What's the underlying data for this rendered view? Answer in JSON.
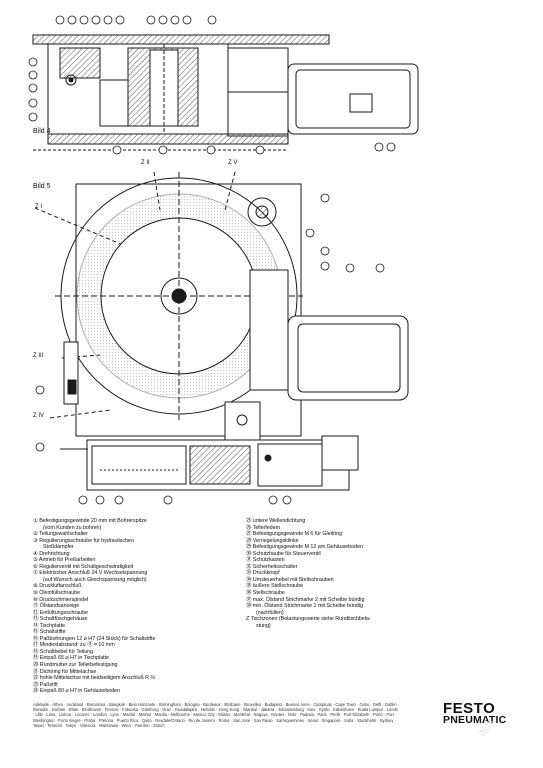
{
  "figures": {
    "bild4": "Bild 4",
    "bild5": "Bild 5",
    "labels": {
      "zii": "Z II",
      "zv": "Z V",
      "zi": "Z I",
      "ziii": "Z III",
      "ziv": "Z IV"
    }
  },
  "legend_left": [
    "① Befestigungsgewinde 20 mm mit Bohrerspitze",
    "(vom Kunden zu bohren)",
    "② Teilungswahlschalter",
    "③ Regulierungsschraube für hydraulischen",
    "Stoßdämpfer",
    "④ Drehrichtung",
    "⑤ Antrieb für Preßarbeiten",
    "⑥ Regulierventil mit Schaltgeschwindigkeit",
    "⑦ Elektrischer Anschluß 24 V Wechselspannung",
    "(auf Wunsch auch Gleichspannung möglich)",
    "⑧ Druckluftanschluß",
    "⑨ Öleinfüllschraube",
    "⑩ Druckschmierspindel",
    "⑪ Ölstandsanzeige",
    "⑫ Entlüftungsschraube",
    "⑬ Schaltfüschgehäuse",
    "⑭ Tischplatte",
    "⑮ Schaltstifte",
    "⑯ Paßbohrungen 12 ⌀ H7 (24 Stück) für Schaltstifte",
    "⑰ Mindestabstand: zu ⑪ = 10 mm",
    "⑱ Schaltbebel für Teilung",
    "⑲ Einpaß 65 ⌀ H7 in Tischplatte",
    "⑳ Rundmutter zur Tellerbefestigung",
    "㉑ Dichtring für Mittelachse",
    "㉒ hohle Mittelachse mit beidseitigem Anschluß R ⅛",
    "㉓ Paßstift",
    "㉔ Einpaß 80 ⌀ H7 in Gehäuseboden"
  ],
  "legend_right": [
    "㉕ untere Wellendichtung",
    "㉖ Tellerfedern",
    "㉗ Befestigungsgewinde M 6 für Gleitring",
    "㉘ Verriegelungsklinke",
    "㉙ Befestigungsgewinde M 12 am Gehäuseboden",
    "㉚ Schutzhaube für Steuerventil",
    "㉛ Schutzkasten",
    "㉜ Sicherheitsschalter",
    "㉝ Druckknopf",
    "㉞ Umsteuerhebel mit Stellschrauben",
    "㉟ äußere Stellschraube",
    "㊱ Stellschraube",
    "㊲ max. Ölstand Strichmarke 2 mit Scheibe bündig",
    "㊳ min. Ölstand Strichmarke 1 mit Scheibe bündig",
    "(nachfüllen)",
    "Z Tischzonen (Belastungswerte siehe Rundtischbela-",
    "stung)"
  ],
  "cities": "Adelaide · Athen · Auckland · Barcelona · Bangkok · Belo Horizonte · Birmingham · Bologna · Bordeaux · Brisbane · Bruxelles · Budapest · Buenos Aires · Campinas · Cape Town · Cebu · Delft · Dublin · Dunedin · Durban · Eltan · Eindhoven · Firenze · Fukuoka · Göteborg · Graz · Guadalajara · Helsinki · Hong Kong · Istanbul · Jakarta · Johannesburg · Kiev · Kyōto · København · Kuala Lumpur · Leeds · Lille · Lima · Lisboa · Locarno · London · Lyon · Madrid · Malmö · Manila · Melbourne · Mexico City · Milano · Montréal · Nagoya · Nantes · Oslo · Padova · Paris · Perth · Port Elizabeth · Porto · Port Washington · Porto Alegre · Praha · Pretoria · Puerto Rico · Quito · Rexdale/Ontario · Rio de Janeiro · Roma · San José · Sao Paulo · Sarreguemines · Seoul · Singapore · Sofia · Stockholm · Sydney · Taipei · Teheran · Tokyo · Valencia · Warszawa · Wien · Yverdon · Zürich",
  "brand": {
    "name": "FESTO",
    "line2": "PNEUMATIC"
  },
  "watermark": "auk",
  "colors": {
    "ink": "#1a1a1a",
    "hatch": "#6a6a6a",
    "paper": "#ffffff"
  }
}
